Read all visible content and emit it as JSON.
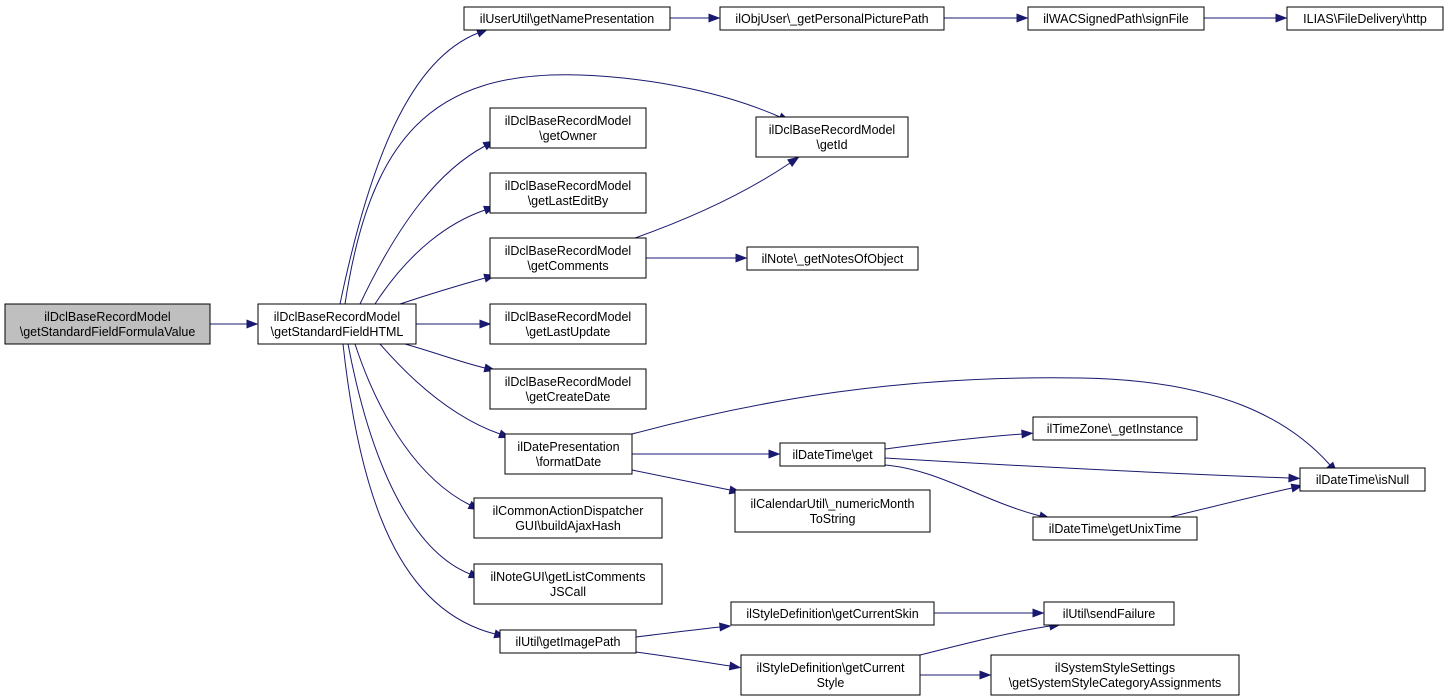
{
  "nodes": [
    {
      "id": "n_root",
      "lines": [
        "ilDclBaseRecordModel",
        "\\getStandardFieldFormulaValue"
      ],
      "kind": "root"
    },
    {
      "id": "n_html",
      "lines": [
        "ilDclBaseRecordModel",
        "\\getStandardFieldHTML"
      ]
    },
    {
      "id": "n_namepres",
      "lines": [
        "ilUserUtil\\getNamePresentation"
      ]
    },
    {
      "id": "n_picpath",
      "lines": [
        "ilObjUser\\_getPersonalPicturePath"
      ]
    },
    {
      "id": "n_signfile",
      "lines": [
        "ilWACSignedPath\\signFile"
      ]
    },
    {
      "id": "n_http",
      "lines": [
        "ILIAS\\FileDelivery\\http"
      ]
    },
    {
      "id": "n_getid",
      "lines": [
        "ilDclBaseRecordModel",
        "\\getId"
      ]
    },
    {
      "id": "n_owner",
      "lines": [
        "ilDclBaseRecordModel",
        "\\getOwner"
      ]
    },
    {
      "id": "n_lastedit",
      "lines": [
        "ilDclBaseRecordModel",
        "\\getLastEditBy"
      ]
    },
    {
      "id": "n_comments",
      "lines": [
        "ilDclBaseRecordModel",
        "\\getComments"
      ]
    },
    {
      "id": "n_notes",
      "lines": [
        "ilNote\\_getNotesOfObject"
      ]
    },
    {
      "id": "n_lastupdate",
      "lines": [
        "ilDclBaseRecordModel",
        "\\getLastUpdate"
      ]
    },
    {
      "id": "n_createdate",
      "lines": [
        "ilDclBaseRecordModel",
        "\\getCreateDate"
      ]
    },
    {
      "id": "n_formatdate",
      "lines": [
        "ilDatePresentation",
        "\\formatDate"
      ]
    },
    {
      "id": "n_dtget",
      "lines": [
        "ilDateTime\\get"
      ]
    },
    {
      "id": "n_tzinst",
      "lines": [
        "ilTimeZone\\_getInstance"
      ]
    },
    {
      "id": "n_isnull",
      "lines": [
        "ilDateTime\\isNull"
      ]
    },
    {
      "id": "n_calutil",
      "lines": [
        "ilCalendarUtil\\_numericMonth",
        "ToString"
      ]
    },
    {
      "id": "n_unixtime",
      "lines": [
        "ilDateTime\\getUnixTime"
      ]
    },
    {
      "id": "n_ajaxhash",
      "lines": [
        "ilCommonActionDispatcher",
        "GUI\\buildAjaxHash"
      ]
    },
    {
      "id": "n_listcomments",
      "lines": [
        "ilNoteGUI\\getListComments",
        "JSCall"
      ]
    },
    {
      "id": "n_imagepath",
      "lines": [
        "ilUtil\\getImagePath"
      ]
    },
    {
      "id": "n_curskin",
      "lines": [
        "ilStyleDefinition\\getCurrentSkin"
      ]
    },
    {
      "id": "n_sendfailure",
      "lines": [
        "ilUtil\\sendFailure"
      ]
    },
    {
      "id": "n_curstyle",
      "lines": [
        "ilStyleDefinition\\getCurrent",
        "Style"
      ]
    },
    {
      "id": "n_syscat",
      "lines": [
        "ilSystemStyleSettings",
        "\\getSystemStyleCategoryAssignments"
      ]
    }
  ],
  "edges": [
    {
      "from": "n_root",
      "to": "n_html"
    },
    {
      "from": "n_html",
      "to": "n_namepres"
    },
    {
      "from": "n_html",
      "to": "n_getid"
    },
    {
      "from": "n_html",
      "to": "n_owner"
    },
    {
      "from": "n_html",
      "to": "n_lastedit"
    },
    {
      "from": "n_html",
      "to": "n_comments"
    },
    {
      "from": "n_html",
      "to": "n_lastupdate"
    },
    {
      "from": "n_html",
      "to": "n_createdate"
    },
    {
      "from": "n_html",
      "to": "n_formatdate"
    },
    {
      "from": "n_html",
      "to": "n_ajaxhash"
    },
    {
      "from": "n_html",
      "to": "n_listcomments"
    },
    {
      "from": "n_html",
      "to": "n_imagepath"
    },
    {
      "from": "n_namepres",
      "to": "n_picpath"
    },
    {
      "from": "n_picpath",
      "to": "n_signfile"
    },
    {
      "from": "n_signfile",
      "to": "n_http"
    },
    {
      "from": "n_comments",
      "to": "n_getid"
    },
    {
      "from": "n_comments",
      "to": "n_notes"
    },
    {
      "from": "n_formatdate",
      "to": "n_isnull"
    },
    {
      "from": "n_formatdate",
      "to": "n_dtget"
    },
    {
      "from": "n_formatdate",
      "to": "n_calutil"
    },
    {
      "from": "n_dtget",
      "to": "n_tzinst"
    },
    {
      "from": "n_dtget",
      "to": "n_isnull"
    },
    {
      "from": "n_dtget",
      "to": "n_unixtime"
    },
    {
      "from": "n_unixtime",
      "to": "n_isnull"
    },
    {
      "from": "n_imagepath",
      "to": "n_curskin"
    },
    {
      "from": "n_imagepath",
      "to": "n_curstyle"
    },
    {
      "from": "n_curskin",
      "to": "n_sendfailure"
    },
    {
      "from": "n_curstyle",
      "to": "n_sendfailure"
    },
    {
      "from": "n_curstyle",
      "to": "n_syscat"
    }
  ],
  "colors": {
    "edge": "#191970",
    "node_border": "#000000",
    "node_fill": "#ffffff",
    "root_fill": "#bfbfbf"
  }
}
